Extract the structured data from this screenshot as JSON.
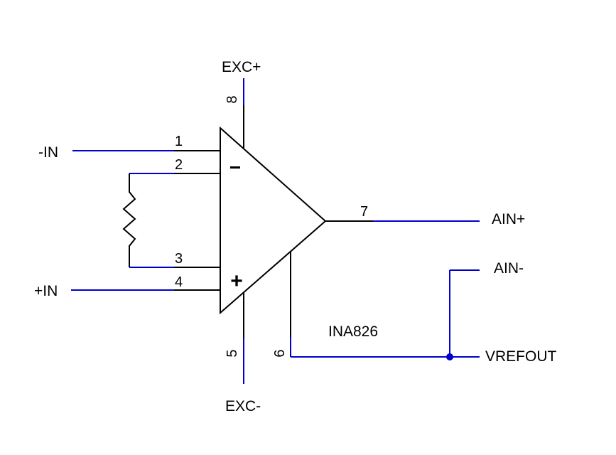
{
  "colors": {
    "wire": "#0000cc",
    "body": "#000000",
    "background": "#ffffff"
  },
  "labels": {
    "exc_plus": "EXC+",
    "exc_minus": "EXC-",
    "in_minus": "-IN",
    "in_plus": "+IN",
    "ain_plus": "AIN+",
    "ain_minus": "AIN-",
    "vrefout": "VREFOUT",
    "part": "INA826"
  },
  "pins": {
    "p1": "1",
    "p2": "2",
    "p3": "3",
    "p4": "4",
    "p5": "5",
    "p6": "6",
    "p7": "7",
    "p8": "8"
  },
  "symbols": {
    "inverting": "−",
    "non_inverting": "+"
  }
}
